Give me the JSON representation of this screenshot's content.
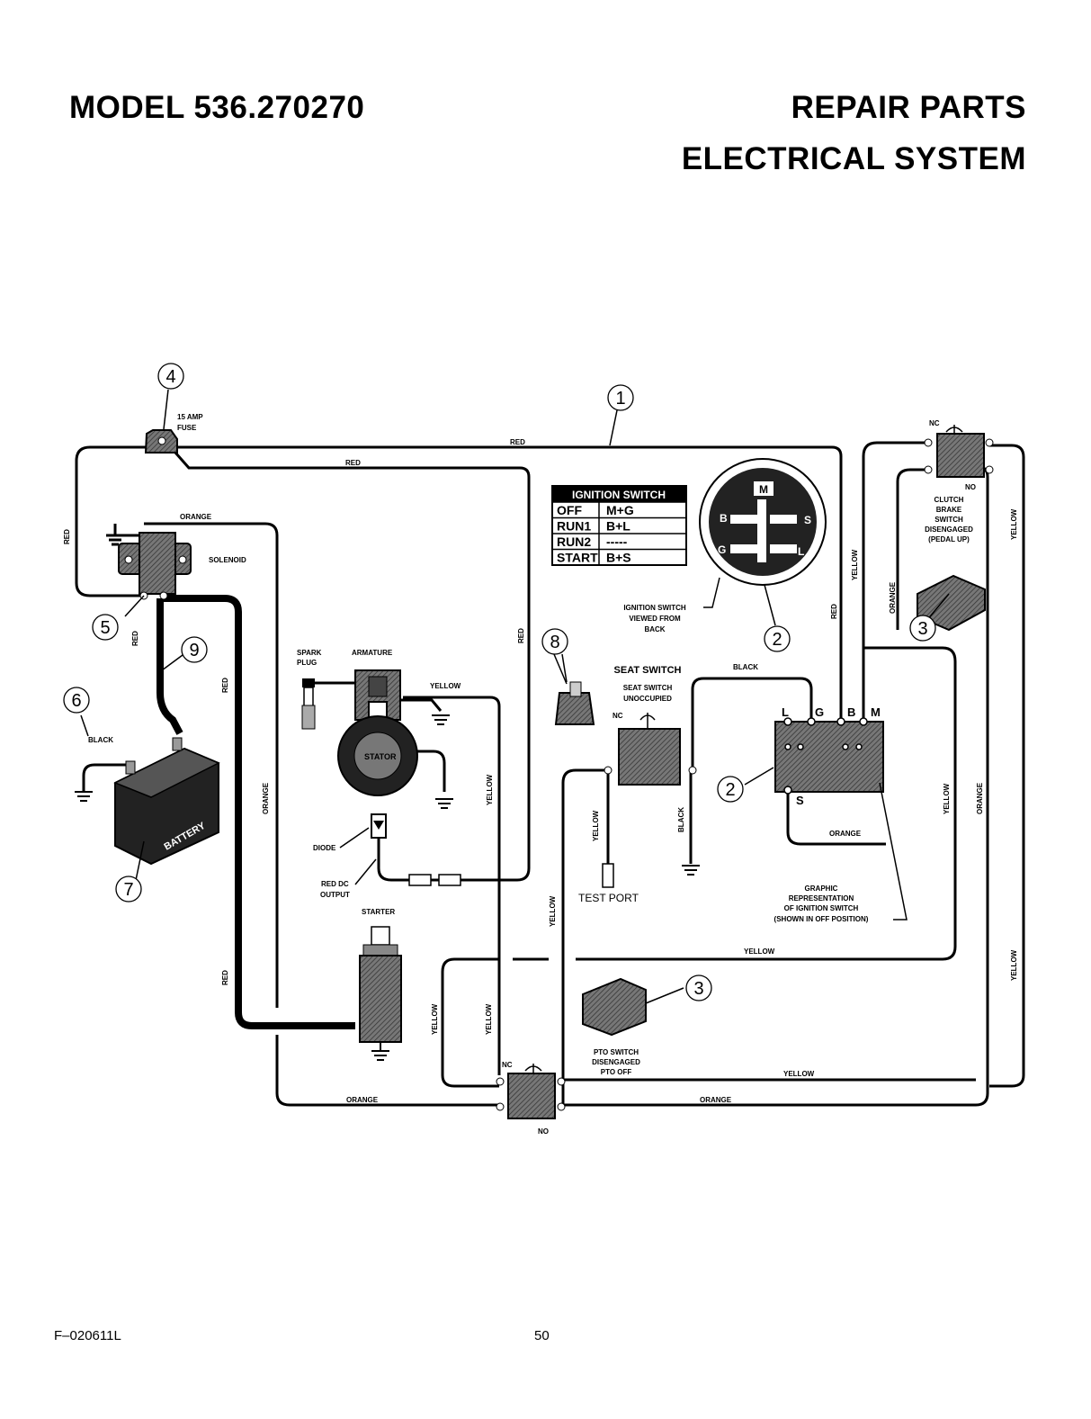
{
  "header": {
    "model": "MODEL 536.270270",
    "repair_parts": "REPAIR PARTS",
    "electrical_system": "ELECTRICAL SYSTEM"
  },
  "footer": {
    "code": "F–020611L",
    "page": "50"
  },
  "callouts": [
    "1",
    "2",
    "3",
    "4",
    "5",
    "6",
    "7",
    "8",
    "9"
  ],
  "labels": {
    "fuse_amp": "15 AMP",
    "fuse": "FUSE",
    "red": "RED",
    "orange": "ORANGE",
    "yellow": "YELLOW",
    "black": "BLACK",
    "solenoid": "SOLENOID",
    "battery": "BATTERY",
    "spark": "SPARK",
    "plug": "PLUG",
    "armature": "ARMATURE",
    "stator": "STATOR",
    "diode": "DIODE",
    "red_dc": "RED DC",
    "output": "OUTPUT",
    "starter": "STARTER",
    "seat_switch": "SEAT SWITCH",
    "seat_switch_small": "SEAT SWITCH",
    "unoccupied": "UNOCCUPIED",
    "nc": "NC",
    "no": "NO",
    "test_port": "TEST PORT",
    "ign_viewed": "IGNITION SWITCH",
    "viewed_from": "VIEWED FROM",
    "back": "BACK",
    "graphic": "GRAPHIC",
    "representation": "REPRESENTATION",
    "of_ignition": "OF IGNITION SWITCH",
    "shown_off": "(SHOWN IN OFF POSITION)",
    "clutch": "CLUTCH",
    "brake": "BRAKE",
    "switch": "SWITCH",
    "disengaged": "DISENGAGED",
    "pedal_up": "(PEDAL UP)",
    "pto_switch": "PTO SWITCH",
    "pto_disengaged": "DISENGAGED",
    "pto_off": "PTO OFF",
    "term_l": "L",
    "term_g": "G",
    "term_b": "B",
    "term_m": "M",
    "term_s": "S"
  },
  "ignition_table": {
    "title": "IGNITION SWITCH",
    "rows": [
      {
        "pos": "OFF",
        "conn": "M+G"
      },
      {
        "pos": "RUN1",
        "conn": "B+L"
      },
      {
        "pos": "RUN2",
        "conn": "-----"
      },
      {
        "pos": "START",
        "conn": "B+S"
      }
    ]
  }
}
